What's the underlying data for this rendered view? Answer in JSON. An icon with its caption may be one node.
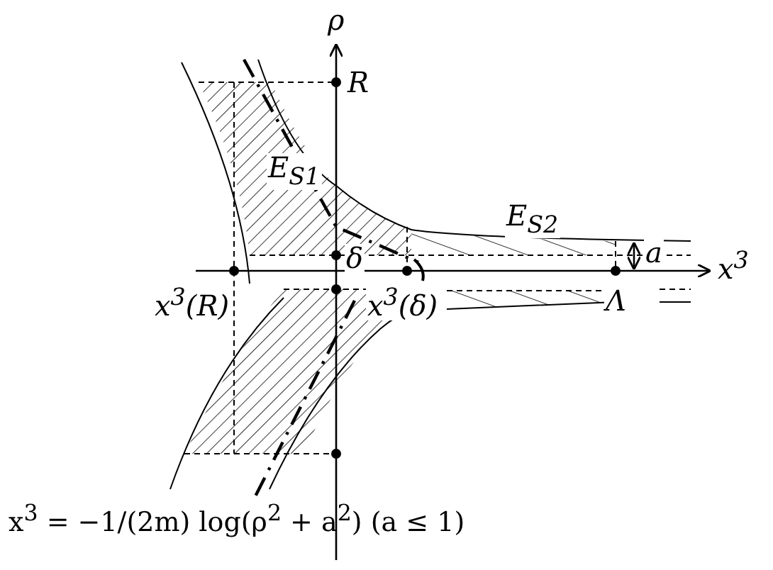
{
  "diagram": {
    "caption": "x$^{3}$ = −1/(2m) log(ρ$^{2}$ + a$^{2}$)   (a ≤ 1)",
    "labels": [
      "ρ",
      "R",
      "E$_{S1}$",
      "E$_{S2}$",
      "δ",
      "a",
      "x$^{3}$",
      "x$^{3}$(R)",
      "x$^{3}$(δ)",
      "Λ"
    ]
  }
}
